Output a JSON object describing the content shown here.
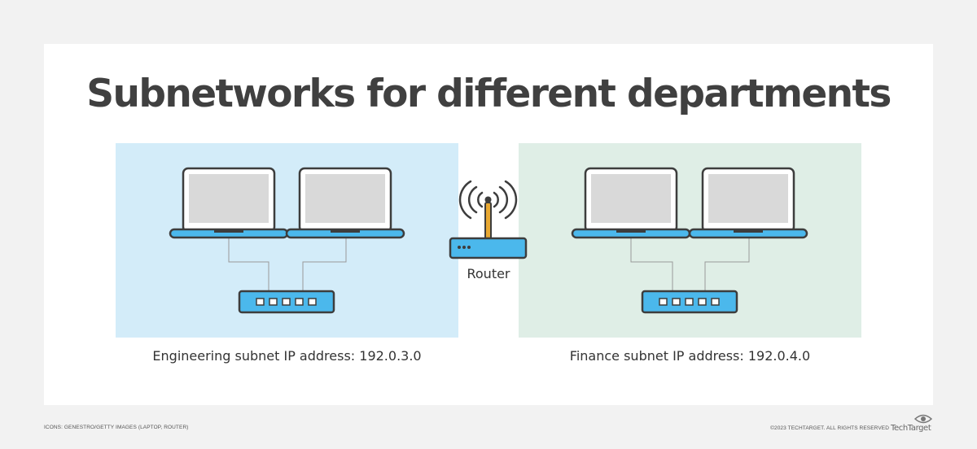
{
  "title": "Subnetworks for different departments",
  "router": {
    "label": "Router"
  },
  "subnets": [
    {
      "caption": "Engineering subnet IP address: 192.0.3.0",
      "color": "#d3ecf9"
    },
    {
      "caption": "Finance subnet IP address: 192.0.4.0",
      "color": "#dfeee6"
    }
  ],
  "colors": {
    "device_blue": "#4bb8ec",
    "outline": "#3d3d3d",
    "screen": "#d9d9d9",
    "antenna": "#e8a832",
    "wire": "#999999"
  },
  "footer": {
    "credit": "ICONS: GENESTRO/GETTY IMAGES (LAPTOP, ROUTER)",
    "copyright": "©2023 TECHTARGET. ALL RIGHTS RESERVED",
    "logo": "TechTarget"
  }
}
